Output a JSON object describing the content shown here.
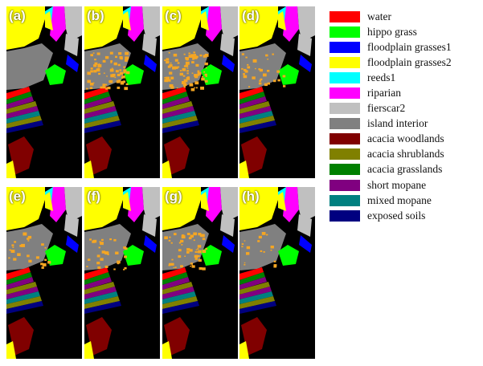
{
  "panels": [
    {
      "label": "(a)",
      "noise": 0
    },
    {
      "label": "(b)",
      "noise": 70
    },
    {
      "label": "(c)",
      "noise": 85
    },
    {
      "label": "(d)",
      "noise": 30
    },
    {
      "label": "(e)",
      "noise": 25
    },
    {
      "label": "(f)",
      "noise": 30
    },
    {
      "label": "(g)",
      "noise": 55
    },
    {
      "label": "(h)",
      "noise": 18
    }
  ],
  "legend": [
    {
      "label": "water",
      "color": "#ff0000"
    },
    {
      "label": "hippo grass",
      "color": "#00ff00"
    },
    {
      "label": "floodplain grasses1",
      "color": "#0000ff"
    },
    {
      "label": "floodplain grasses2",
      "color": "#ffff00"
    },
    {
      "label": "reeds1",
      "color": "#00ffff"
    },
    {
      "label": "riparian",
      "color": "#ff00ff"
    },
    {
      "label": "fierscar2",
      "color": "#c0c0c0"
    },
    {
      "label": "island interior",
      "color": "#808080"
    },
    {
      "label": "acacia woodlands",
      "color": "#800000"
    },
    {
      "label": "acacia shrublands",
      "color": "#808000"
    },
    {
      "label": "acacia grasslands",
      "color": "#008000"
    },
    {
      "label": "short mopane",
      "color": "#800080"
    },
    {
      "label": "mixed mopane",
      "color": "#008080"
    },
    {
      "label": "exposed soils",
      "color": "#000080"
    }
  ],
  "noise_color": "#f5a623",
  "background_color": "#000000"
}
